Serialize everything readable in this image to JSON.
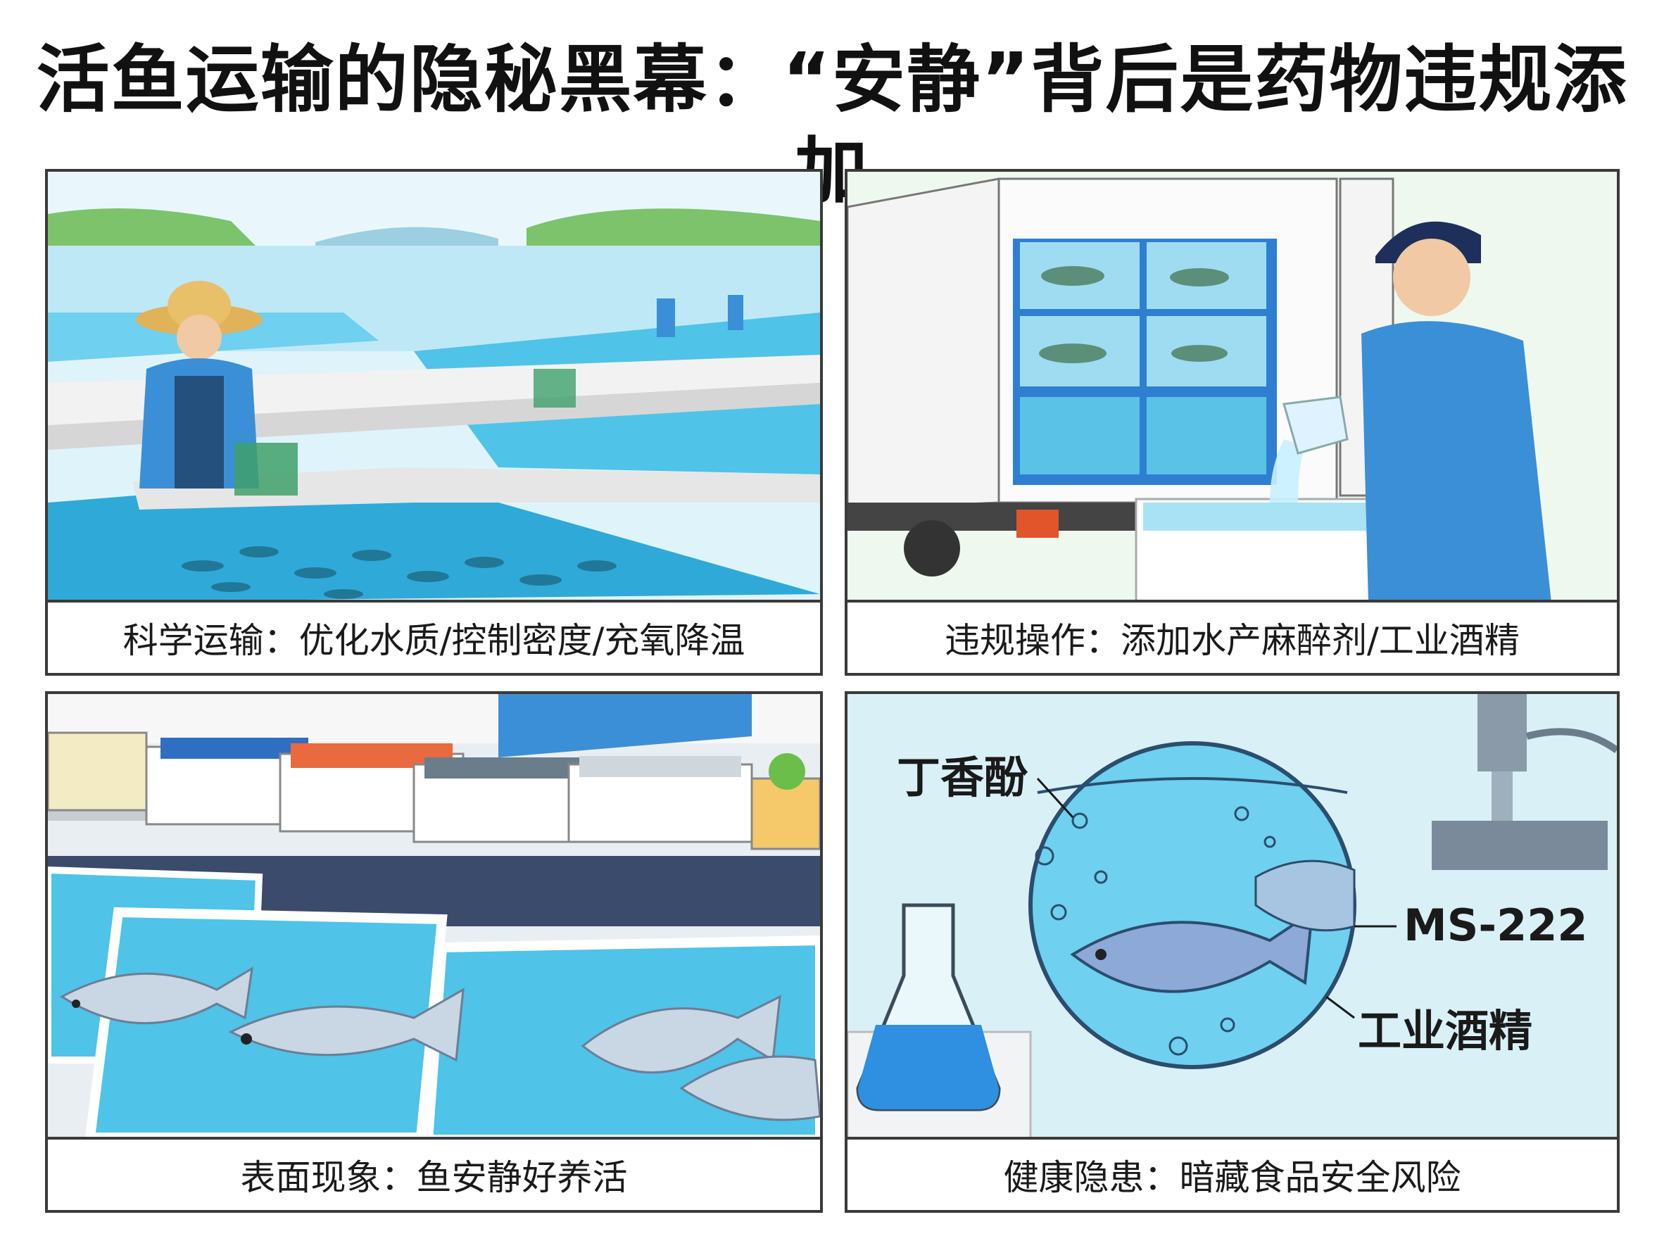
{
  "title": "活鱼运输的隐秘黑幕：“安静”背后是药物违规添加",
  "panels": [
    {
      "caption": "科学运输：优化水质/控制密度/充氧降温"
    },
    {
      "caption": "违规操作：添加水产麻醉剂/工业酒精"
    },
    {
      "caption": "表面现象：鱼安静好养活"
    },
    {
      "caption": "健康隐患：暗藏食品安全风险",
      "labels": {
        "clove_oil": "丁香酚",
        "ms222": "MS-222",
        "industrial_alcohol": "工业酒精"
      }
    }
  ],
  "colors": {
    "water": "#4fc3e8",
    "water_light": "#a9e3f5",
    "shirt_blue": "#3b8fd6",
    "border": "#3a3a3a"
  },
  "icons": [
    "straw-hat-icon",
    "net-basket-icon",
    "fish-icon",
    "truck-icon",
    "jug-icon",
    "flask-icon",
    "pipette-icon"
  ]
}
